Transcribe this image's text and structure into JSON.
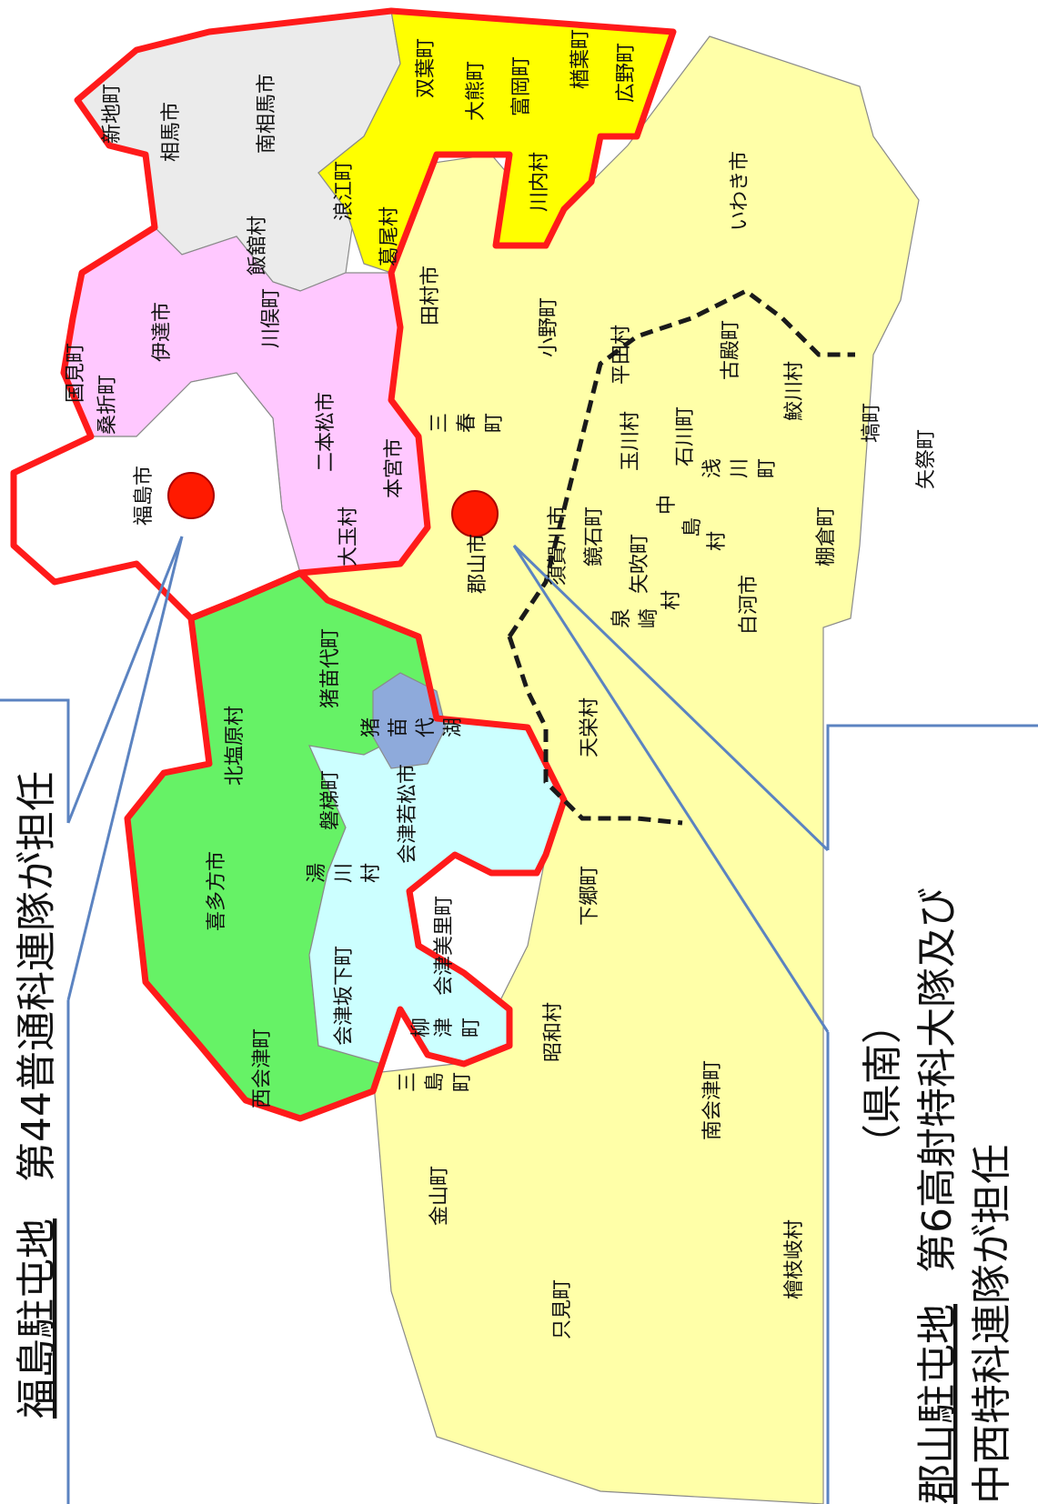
{
  "callouts": {
    "north": {
      "title": "福島駐屯地",
      "unit": "第44普通科連隊が担任"
    },
    "south": {
      "region": "（県南）",
      "title": "郡山駐屯地",
      "unit": "第6高射特科大隊及び",
      "unit2": "中西特科連隊が担任"
    }
  },
  "garrisons": {
    "fukushima": "福島市",
    "koriyama": "郡山市"
  },
  "zones": {
    "soso_colors": {
      "grey": "#ebebeb",
      "yellow": "#ffff00",
      "pink": "#ffc8ff",
      "white": "#ffffff",
      "green": "#66f266",
      "cyan": "#ccffff",
      "lake": "#8eaadb",
      "lightyellow": "#ffffa8"
    }
  },
  "municipalities": {
    "shinchi": "新地町",
    "soma": "相馬市",
    "minamisoma": "南相馬市",
    "iitate": "飯舘村",
    "futaba": "双葉町",
    "okuma": "大熊町",
    "tomioka": "富岡町",
    "naraha": "楢葉町",
    "hirono": "広野町",
    "kawauchi": "川内村",
    "namie": "浪江町",
    "katsurao": "葛尾村",
    "kunimi": "国見町",
    "koori": "桑折町",
    "date": "伊達市",
    "kawamata": "川俣町",
    "nihonmatsu": "二本松市",
    "motomiya": "本宮市",
    "otama": "大玉村",
    "tamura": "田村市",
    "ono": "小野町",
    "miharu_1": "三",
    "miharu_2": "春",
    "miharu_3": "町",
    "iwaki": "いわき市",
    "hirata": "平田村",
    "furudono": "古殿町",
    "samegawa": "鮫川村",
    "hanawa": "塙町",
    "yamatsuri": "矢祭町",
    "tamakawa": "玉川村",
    "ishikawa": "石川町",
    "asakawa_1": "浅",
    "asakawa_2": "川",
    "asakawa_3": "町",
    "sukagawa": "須賀川市",
    "kagamiishi": "鏡石町",
    "yabuki": "矢吹町",
    "nakajima_1": "中",
    "nakajima_2": "島",
    "nakajima_3": "村",
    "izumizaki_1": "泉",
    "izumizaki_2": "崎",
    "izumizaki_3": "村",
    "shirakawa": "白河市",
    "tanagura": "棚倉町",
    "tenei": "天栄村",
    "inawashiro": "猪苗代町",
    "kitashiobara": "北塩原村",
    "lake_1": "猪",
    "lake_2": "苗",
    "lake_3": "代",
    "lake_4": "湖",
    "bandai": "磐梯町",
    "aizuwakamatsu": "会津若松市",
    "yugawa_1": "湯",
    "yugawa_2": "川",
    "yugawa_3": "村",
    "kitakata": "喜多方市",
    "aizumisato": "会津美里町",
    "aizubange": "会津坂下町",
    "yanaizu_1": "柳",
    "yanaizu_2": "津",
    "yanaizu_3": "町",
    "nishiaizu": "西会津町",
    "mishima_1": "三",
    "mishima_2": "島",
    "mishima_3": "町",
    "showa": "昭和村",
    "shimogo": "下郷町",
    "minamiaizu": "南会津町",
    "kaneyama": "金山町",
    "tadami": "只見町",
    "hinoemata": "檜枝岐村"
  }
}
